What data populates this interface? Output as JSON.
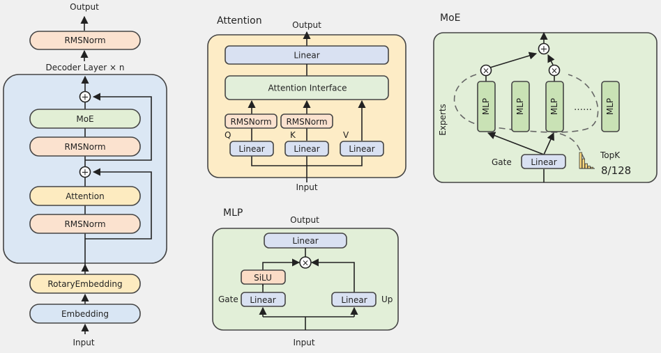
{
  "colors": {
    "background": "#f0f0f0",
    "panel_blue": "#dbe7f4",
    "panel_yellow": "#fdecc6",
    "panel_green": "#e2efd8",
    "node_norm": "#fbe2cf",
    "node_moe": "#e2efd5",
    "node_attn": "#fdebc0",
    "node_linear": "#d9e1f2",
    "node_iface": "#e2efda",
    "node_mlp": "#c9e2b5",
    "node_silu": "#fbdcc6",
    "topk_bars": "#f6d67e"
  },
  "decoder": {
    "output_label": "Output",
    "final_norm": "RMSNorm",
    "layer_label": "Decoder Layer × n",
    "moe": "MoE",
    "norm_post": "RMSNorm",
    "attention": "Attention",
    "norm_pre": "RMSNorm",
    "rotary": "RotaryEmbedding",
    "embedding": "Embedding",
    "input_label": "Input",
    "add_symbol": "+"
  },
  "attention": {
    "title": "Attention",
    "output_label": "Output",
    "out_linear": "Linear",
    "interface": "Attention Interface",
    "q_norm": "RMSNorm",
    "k_norm": "RMSNorm",
    "q_label": "Q",
    "k_label": "K",
    "v_label": "V",
    "q_linear": "Linear",
    "k_linear": "Linear",
    "v_linear": "Linear",
    "input_label": "Input"
  },
  "mlp": {
    "title": "MLP",
    "output_label": "Output",
    "down_linear": "Linear",
    "mul_symbol": "×",
    "silu": "SiLU",
    "gate_label": "Gate",
    "gate_linear": "Linear",
    "up_linear": "Linear",
    "up_label": "Up",
    "input_label": "Input"
  },
  "moe": {
    "title": "MoE",
    "experts_label": "Experts",
    "experts": [
      "MLP",
      "MLP",
      "MLP",
      "MLP"
    ],
    "ellipsis": "……",
    "gate_label": "Gate",
    "gate_linear": "Linear",
    "topk_label": "TopK",
    "topk_value": "8/128",
    "topk_bars": [
      1.0,
      0.6,
      0.3,
      0.15,
      0.08
    ],
    "add_symbol": "+",
    "mul_symbol": "×"
  }
}
